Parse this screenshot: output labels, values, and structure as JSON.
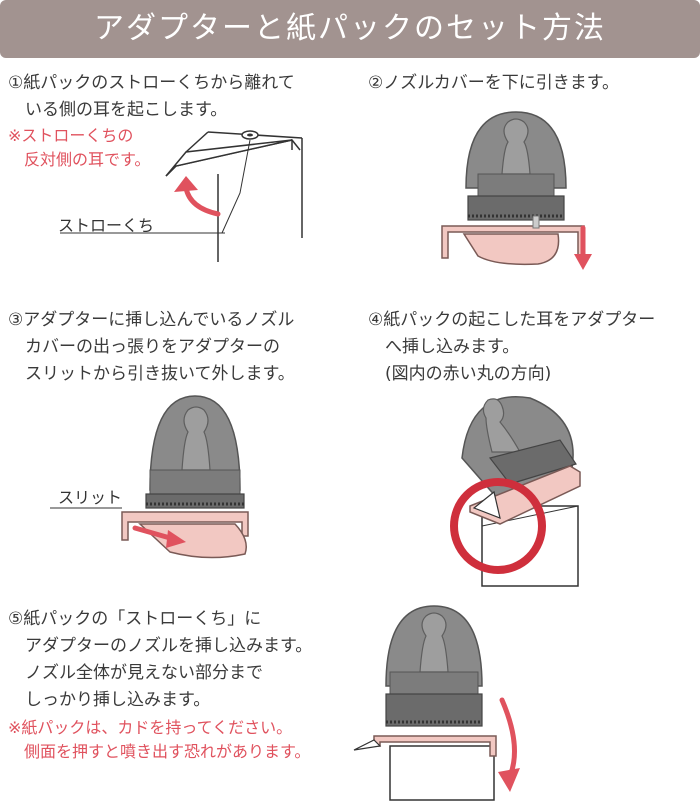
{
  "title": "アダプターと紙パックのセット方法",
  "steps": [
    {
      "lines": [
        "①紙パックのストローくちから離れて",
        "　いる側の耳を起こします。"
      ],
      "note": [
        "※ストローくちの",
        "　反対側の耳です。"
      ],
      "label": "ストローくち"
    },
    {
      "lines": [
        "②ノズルカバーを下に引きます。"
      ]
    },
    {
      "lines": [
        "③アダプターに挿し込んでいるノズル",
        "　カバーの出っ張りをアダプターの",
        "　スリットから引き抜いて外します。"
      ],
      "label": "スリット"
    },
    {
      "lines": [
        "④紙パックの起こした耳をアダプター",
        "　へ挿し込みます。",
        "　(図内の赤い丸の方向)"
      ]
    },
    {
      "lines": [
        "⑤紙パックの「ストローくち」に",
        "　アダプターのノズルを挿し込みます。",
        "　ノズル全体が見えない部分まで",
        "　しっかり挿し込みます。"
      ],
      "note": [
        "※紙パックは、カドを持ってください。",
        "　側面を押すと噴き出す恐れがあります。"
      ]
    }
  ],
  "colors": {
    "title_bg": "#a29390",
    "accent_red": "#e0525e",
    "adapter_pink": "#f2c8c2",
    "cover_gray": "#8a8a8a"
  },
  "icons": [
    "carton-illustration",
    "adapter-illustration",
    "arrow-icon",
    "red-circle-marker"
  ]
}
